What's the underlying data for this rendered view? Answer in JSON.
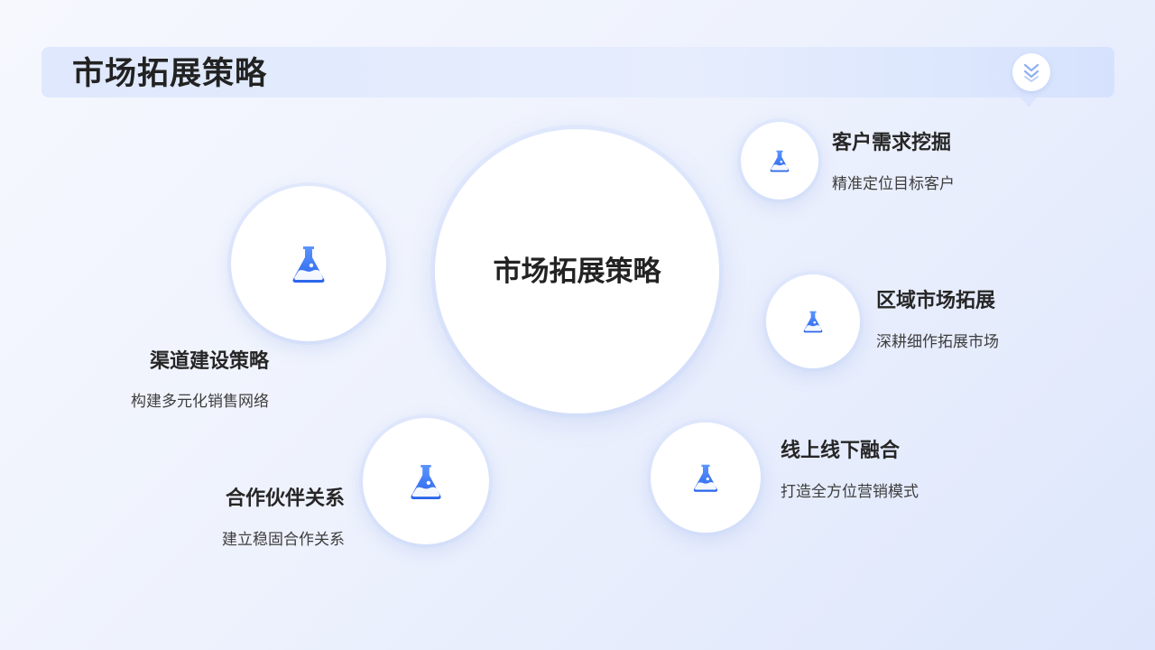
{
  "header": {
    "title": "市场拓展策略",
    "badge_icon": "double-chevron-down-icon"
  },
  "center": {
    "label": "市场拓展策略"
  },
  "nodes": {
    "customer": {
      "title": "客户需求挖掘",
      "desc": "精准定位目标客户",
      "icon": "flask-icon"
    },
    "region": {
      "title": "区域市场拓展",
      "desc": "深耕细作拓展市场",
      "icon": "flask-icon"
    },
    "online": {
      "title": "线上线下融合",
      "desc": "打造全方位营销模式",
      "icon": "flask-icon"
    },
    "channel": {
      "title": "渠道建设策略",
      "desc": "构建多元化销售网络",
      "icon": "flask-icon"
    },
    "partner": {
      "title": "合作伙伴关系",
      "desc": "建立稳固合作关系",
      "icon": "flask-icon"
    }
  },
  "colors": {
    "accent": "#2f6cf0",
    "accent_light": "#4f8bff",
    "title_text": "#222222",
    "header_bg": "#dfe8fd"
  }
}
